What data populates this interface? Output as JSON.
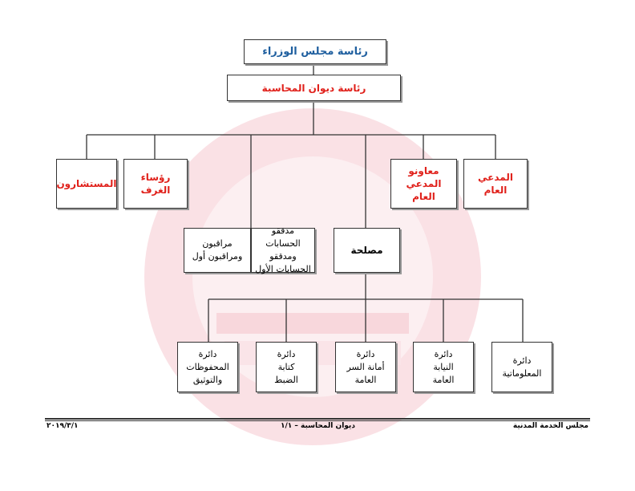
{
  "palette": {
    "line": "#333333",
    "blue_text": "#1f5f9f",
    "red_text": "#e0201a",
    "watermark": "#f6c9d0"
  },
  "nodes": {
    "cabinet_presidency": "رئاسة مجلس الوزراء",
    "bureau_presidency": "رئاسة ديوان المحاسبة",
    "advisors": "المستشارون",
    "chamber_heads": "رؤساء الغرف",
    "deputy_prosecutors": "معاونو المدعي\nالعام",
    "prosecutor_general": "المدعي العام",
    "auditors": "مراقبون\nومراقبون أول",
    "account_auditors": "مدققو الحسابات\nومدققو\nالحسابات الأول",
    "directorate": "مصلحة",
    "dept_archives": "دائرة\nالمحفوظات\nوالتوثيق",
    "dept_registry": "دائرة\nكتابة\nالضبط",
    "dept_secretariat": "دائرة\nأمانة السر\nالعامة",
    "dept_prosecution": "دائرة\nالنيابة\nالعامة",
    "dept_it": "دائرة\nالمعلوماتية"
  },
  "footer": {
    "left": "مجلس الخدمة المدنية",
    "center": "ديوان المحاسبة – ١/١",
    "right": "٢٠١٩/٣/١"
  }
}
